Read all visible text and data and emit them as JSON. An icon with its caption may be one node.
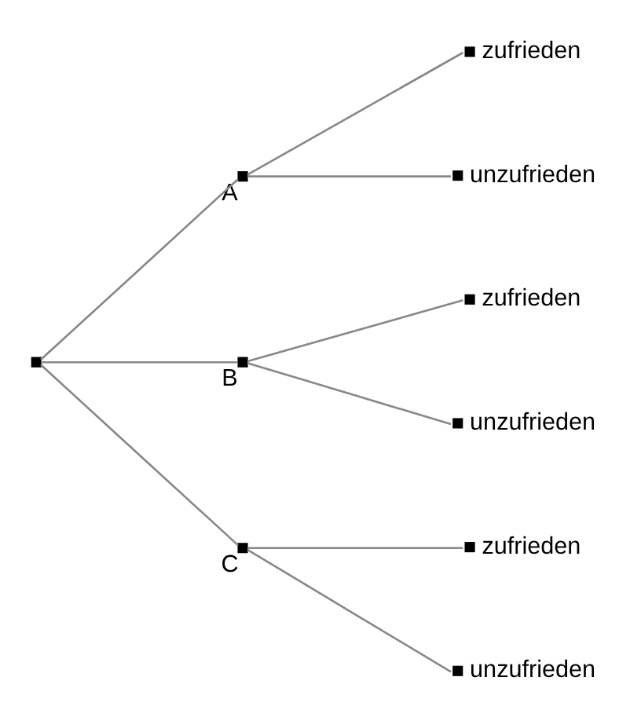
{
  "diagram": {
    "nodes": [
      {
        "text": [],
        "shape": "box"
      },
      {
        "text": [],
        "shape": "box",
        "beside": [
          "A"
        ]
      },
      {
        "text": [],
        "shape": "box",
        "beside": [
          "B"
        ]
      },
      {
        "text": [],
        "shape": "box",
        "beside": [
          "C"
        ]
      },
      {
        "text": [],
        "shape": "box",
        "beside": [
          "zufrieden"
        ]
      },
      {
        "text": [],
        "shape": "box",
        "beside": [
          "unzufrieden"
        ]
      },
      {
        "text": [],
        "shape": "box",
        "beside": [
          "zufrieden"
        ]
      },
      {
        "text": [],
        "shape": "box",
        "beside": [
          "unzufrieden"
        ]
      },
      {
        "text": [],
        "shape": "box",
        "beside": [
          "zufrieden"
        ]
      },
      {
        "text": [],
        "shape": "box",
        "beside": [
          "unzufrieden"
        ]
      }
    ],
    "edges": [
      {
        "from": 0,
        "to": 1,
        "arrow": "none"
      },
      {
        "from": 0,
        "to": 2,
        "arrow": "none"
      },
      {
        "from": 0,
        "to": 3,
        "arrow": "none"
      },
      {
        "from": 1,
        "to": 4,
        "arrow": "none"
      },
      {
        "from": 1,
        "to": 5,
        "arrow": "none"
      },
      {
        "from": 2,
        "to": 6,
        "arrow": "none"
      },
      {
        "from": 2,
        "to": 7,
        "arrow": "none"
      },
      {
        "from": 3,
        "to": 8,
        "arrow": "none"
      },
      {
        "from": 3,
        "to": 9,
        "arrow": "none"
      }
    ]
  }
}
